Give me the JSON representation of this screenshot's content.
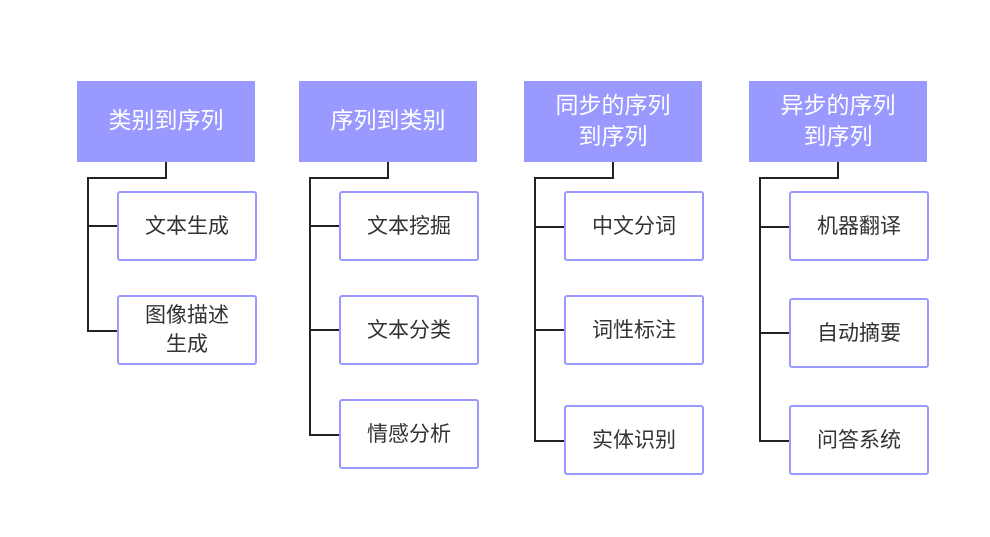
{
  "columns": [
    {
      "title": "类别到序列",
      "items": [
        "文本生成",
        "图像描述生成"
      ]
    },
    {
      "title": "序列到类别",
      "items": [
        "文本挖掘",
        "文本分类",
        "情感分析"
      ]
    },
    {
      "title": "同步的序列到序列",
      "items": [
        "中文分词",
        "词性标注",
        "实体识别"
      ]
    },
    {
      "title": "异步的序列到序列",
      "items": [
        "机器翻译",
        "自动摘要",
        "问答系统"
      ]
    }
  ]
}
